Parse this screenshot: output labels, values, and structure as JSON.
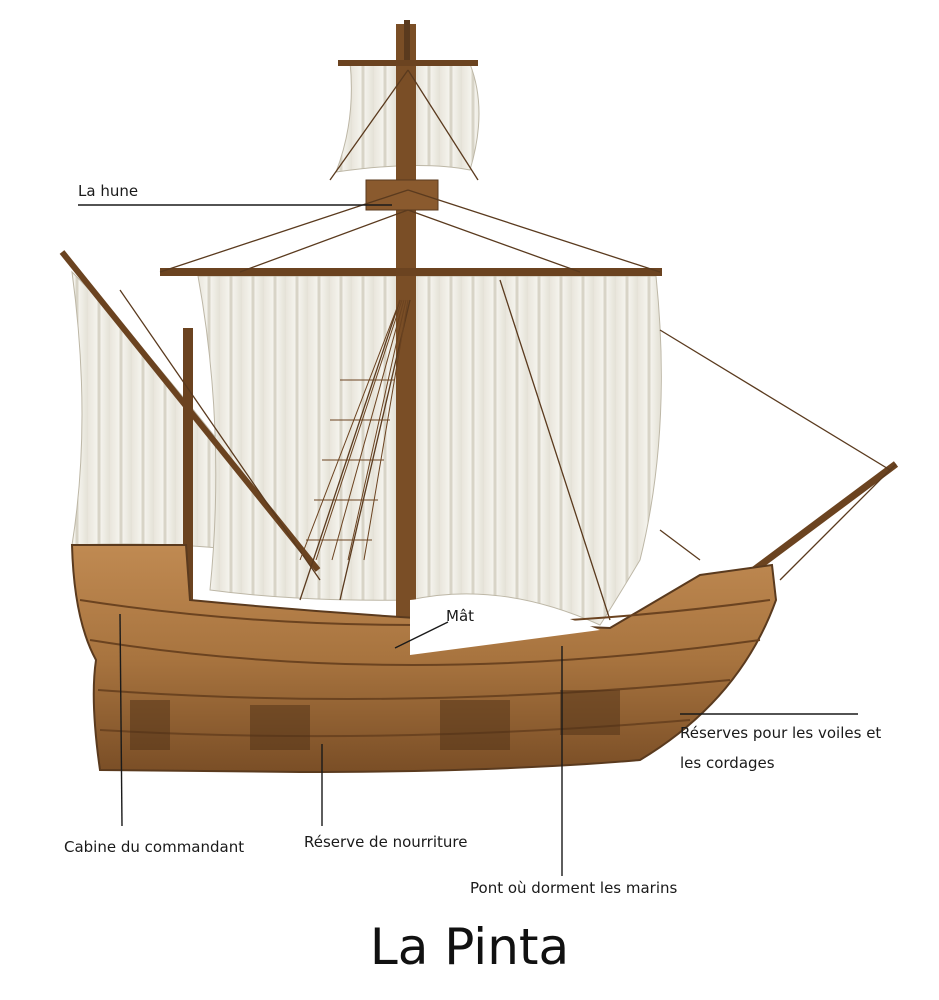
{
  "labels": {
    "hune": "La hune",
    "mat": "Mât",
    "reserves_voiles_line1": "Réserves pour les voiles et",
    "reserves_voiles_line2": "les cordages",
    "cabine": "Cabine du commandant",
    "nourriture": "Réserve de nourriture",
    "pont": "Pont où dorment les marins"
  },
  "title": "La Pinta",
  "colors": {
    "hull": "#a8743f",
    "hull_dark": "#6b4320",
    "sail": "#f3f1ea",
    "rope": "#5a3a1e"
  }
}
